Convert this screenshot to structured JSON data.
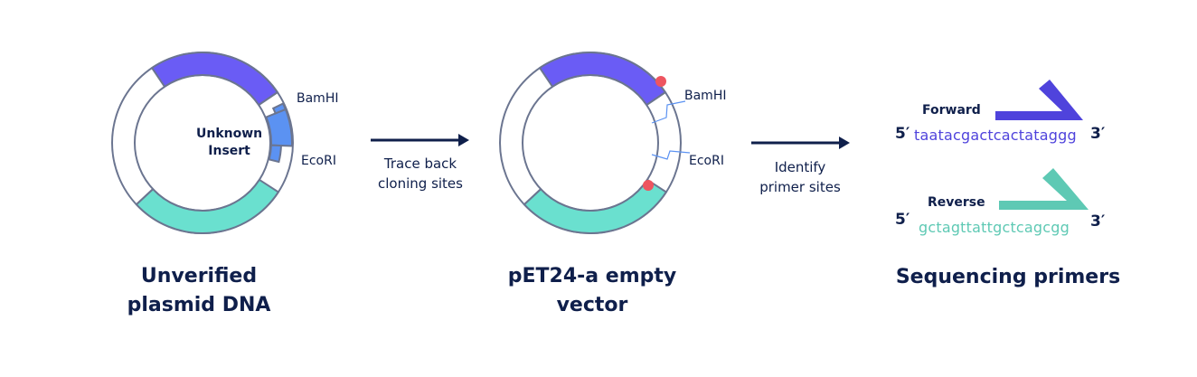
{
  "colors": {
    "purple": "#6a5cf5",
    "blue": "#5b92f2",
    "teal": "#6ae0cf",
    "outline": "#6b7590",
    "dot": "#ee5560",
    "navy": "#0f1f4b",
    "fwd": "#4f43dc",
    "rev": "#5ec9b4"
  },
  "step1": {
    "insert_label": "Unknown Insert",
    "insert_line1": "Unknown",
    "insert_line2": "Insert",
    "site1": "BamHI",
    "site2": "EcoRI",
    "title_line1": "Unverified",
    "title_line2": "plasmid DNA"
  },
  "arrow1": {
    "line1": "Trace back",
    "line2": "cloning sites"
  },
  "step2": {
    "site1": "BamHI",
    "site2": "EcoRI",
    "title_line1": "pET24-a empty",
    "title_line2": "vector"
  },
  "arrow2": {
    "line1": "Identify",
    "line2": "primer sites"
  },
  "step3": {
    "forward": {
      "label": "Forward",
      "five": "5′",
      "sequence": "taatacgactcactataggg",
      "three": "3′"
    },
    "reverse": {
      "label": "Reverse",
      "five": "5′",
      "sequence": "gctagttattgctcagcgg",
      "three": "3′"
    },
    "title": "Sequencing primers"
  }
}
